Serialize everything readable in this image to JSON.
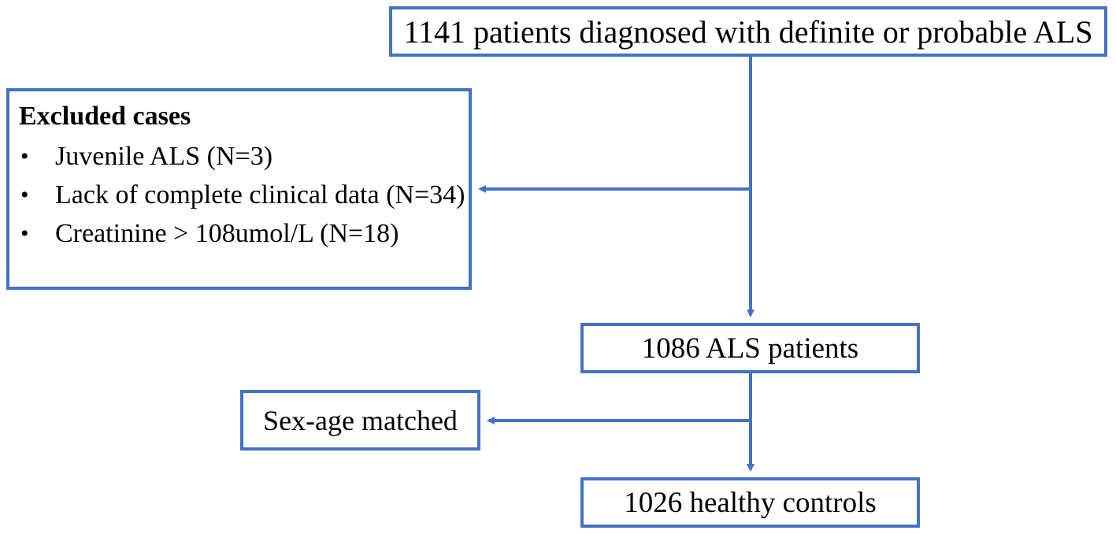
{
  "flowchart": {
    "total": {
      "label": "1141 patients diagnosed with definite or probable ALS"
    },
    "excluded": {
      "title": "Excluded cases",
      "items": [
        {
          "label": "Juvenile ALS (N=3)"
        },
        {
          "label": "Lack of complete clinical data (N=34)"
        },
        {
          "label": "Creatinine > 108umol/L (N=18)"
        }
      ]
    },
    "als_patients": {
      "label": "1086 ALS patients"
    },
    "matching": {
      "label": "Sex-age matched"
    },
    "controls": {
      "label": "1026 healthy controls"
    }
  },
  "colors": {
    "box_border": "#4472c4",
    "arrow": "#4472c4",
    "text": "#000000",
    "background": "#ffffff"
  }
}
